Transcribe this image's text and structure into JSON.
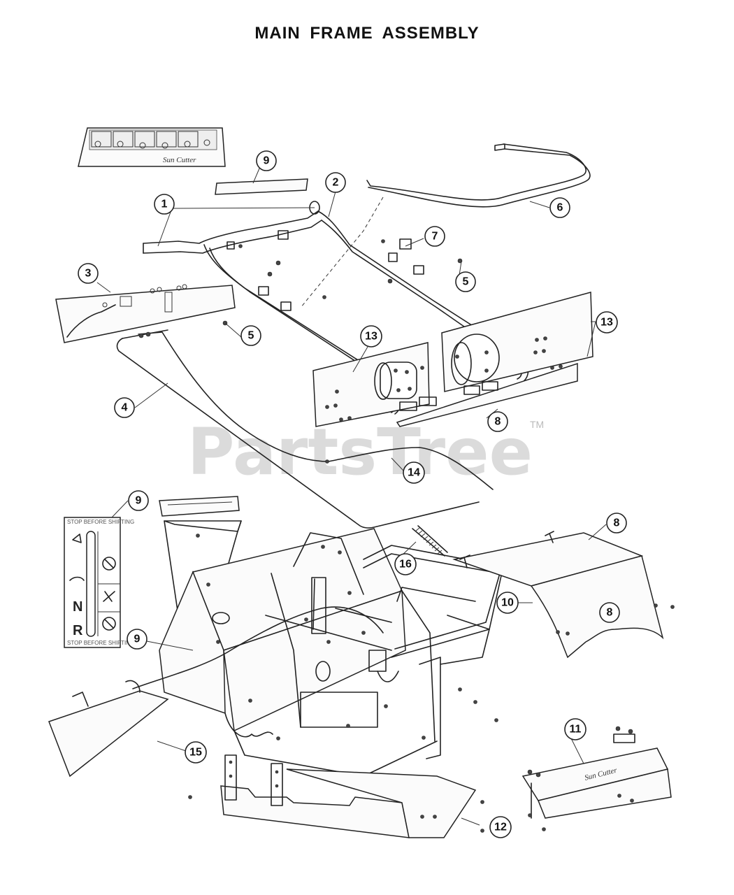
{
  "title": "MAIN FRAME ASSEMBLY",
  "watermark": {
    "text": "PartsTree",
    "tm": "TM"
  },
  "decal": {
    "letters": [
      "N",
      "R"
    ],
    "caption_top": "STOP BEFORE SHIFTING",
    "caption_bottom": "STOP BEFORE SHIFTING"
  },
  "logo_text": "Sun Cutter",
  "callouts": [
    {
      "id": "c1",
      "label": "1"
    },
    {
      "id": "c2",
      "label": "2"
    },
    {
      "id": "c3",
      "label": "3"
    },
    {
      "id": "c4",
      "label": "4"
    },
    {
      "id": "c5a",
      "label": "5"
    },
    {
      "id": "c5b",
      "label": "5"
    },
    {
      "id": "c6",
      "label": "6"
    },
    {
      "id": "c7",
      "label": "7"
    },
    {
      "id": "c8a",
      "label": "8"
    },
    {
      "id": "c8b",
      "label": "8"
    },
    {
      "id": "c8c",
      "label": "8"
    },
    {
      "id": "c9a",
      "label": "9"
    },
    {
      "id": "c9b",
      "label": "9"
    },
    {
      "id": "c9c",
      "label": "9"
    },
    {
      "id": "c10",
      "label": "10"
    },
    {
      "id": "c11",
      "label": "11"
    },
    {
      "id": "c12",
      "label": "12"
    },
    {
      "id": "c13a",
      "label": "13"
    },
    {
      "id": "c13b",
      "label": "13"
    },
    {
      "id": "c14",
      "label": "14"
    },
    {
      "id": "c15",
      "label": "15"
    },
    {
      "id": "c16",
      "label": "16"
    }
  ]
}
